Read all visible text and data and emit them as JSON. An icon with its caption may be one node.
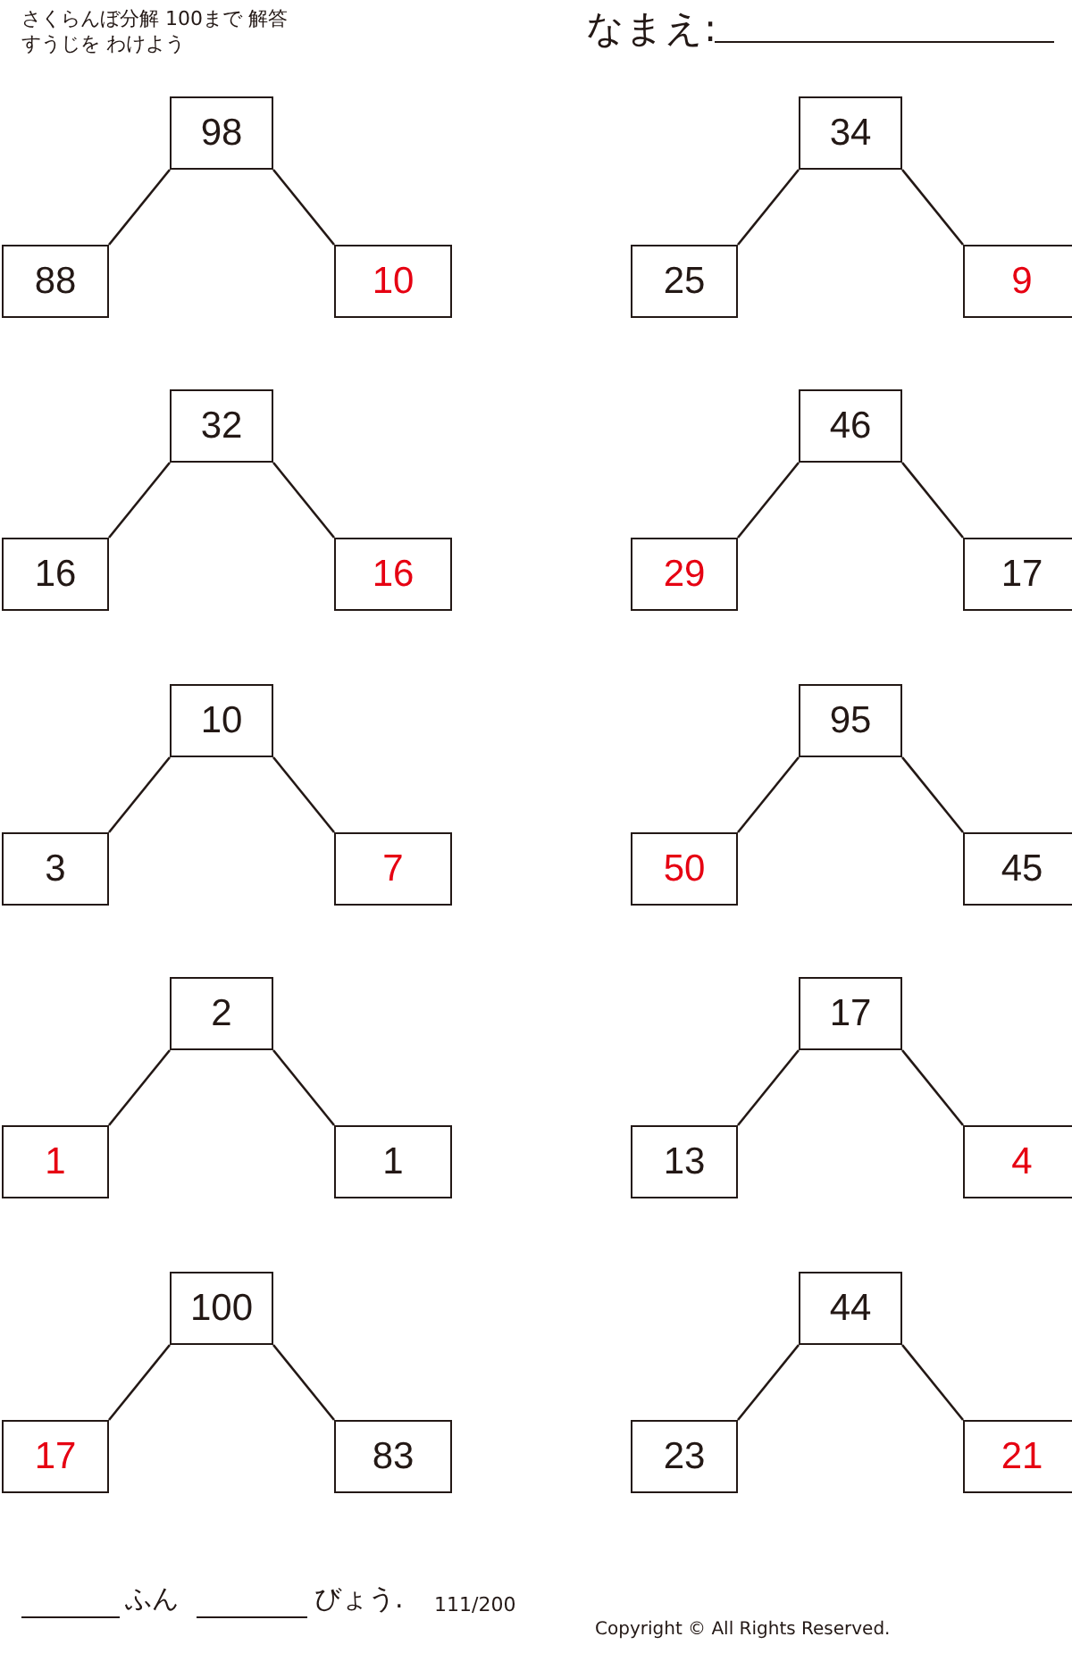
{
  "diagram": {
    "title": "さくらんぼ分解 100まで 解答",
    "nodes": [
      {
        "text": [
          "98"
        ]
      },
      {
        "text": [
          "88"
        ]
      },
      {
        "text": [
          "10"
        ]
      },
      {
        "text": [
          "34"
        ]
      },
      {
        "text": [
          "25"
        ]
      },
      {
        "text": [
          "9"
        ]
      },
      {
        "text": [
          "32"
        ]
      },
      {
        "text": [
          "16"
        ]
      },
      {
        "text": [
          "16"
        ]
      },
      {
        "text": [
          "46"
        ]
      },
      {
        "text": [
          "29"
        ]
      },
      {
        "text": [
          "17"
        ]
      },
      {
        "text": [
          "10"
        ]
      },
      {
        "text": [
          "3"
        ]
      },
      {
        "text": [
          "7"
        ]
      },
      {
        "text": [
          "95"
        ]
      },
      {
        "text": [
          "50"
        ]
      },
      {
        "text": [
          "45"
        ]
      },
      {
        "text": [
          "2"
        ]
      },
      {
        "text": [
          "1"
        ]
      },
      {
        "text": [
          "1"
        ]
      },
      {
        "text": [
          "17"
        ]
      },
      {
        "text": [
          "13"
        ]
      },
      {
        "text": [
          "4"
        ]
      },
      {
        "text": [
          "100"
        ]
      },
      {
        "text": [
          "17"
        ]
      },
      {
        "text": [
          "83"
        ]
      },
      {
        "text": [
          "44"
        ]
      },
      {
        "text": [
          "23"
        ]
      },
      {
        "text": [
          "21"
        ]
      }
    ],
    "edges": [
      {
        "from": 0,
        "to": 1,
        "arrow": "none"
      },
      {
        "from": 0,
        "to": 2,
        "arrow": "none"
      },
      {
        "from": 3,
        "to": 4,
        "arrow": "none"
      },
      {
        "from": 3,
        "to": 5,
        "arrow": "none"
      },
      {
        "from": 6,
        "to": 7,
        "arrow": "none"
      },
      {
        "from": 6,
        "to": 8,
        "arrow": "none"
      },
      {
        "from": 9,
        "to": 10,
        "arrow": "none"
      },
      {
        "from": 9,
        "to": 11,
        "arrow": "none"
      },
      {
        "from": 12,
        "to": 13,
        "arrow": "none"
      },
      {
        "from": 12,
        "to": 14,
        "arrow": "none"
      },
      {
        "from": 15,
        "to": 16,
        "arrow": "none"
      },
      {
        "from": 15,
        "to": 17,
        "arrow": "none"
      },
      {
        "from": 18,
        "to": 19,
        "arrow": "none"
      },
      {
        "from": 18,
        "to": 20,
        "arrow": "none"
      },
      {
        "from": 21,
        "to": 22,
        "arrow": "none"
      },
      {
        "from": 21,
        "to": 23,
        "arrow": "none"
      },
      {
        "from": 24,
        "to": 25,
        "arrow": "none"
      },
      {
        "from": 24,
        "to": 26,
        "arrow": "none"
      },
      {
        "from": 27,
        "to": 28,
        "arrow": "none"
      },
      {
        "from": 27,
        "to": 29,
        "arrow": "none"
      }
    ],
    "labels": [
      "すうじを わけよう",
      "なまえ:",
      "ふん",
      "びょう.",
      "111/200",
      "Copyright © All Rights Reserved."
    ]
  }
}
